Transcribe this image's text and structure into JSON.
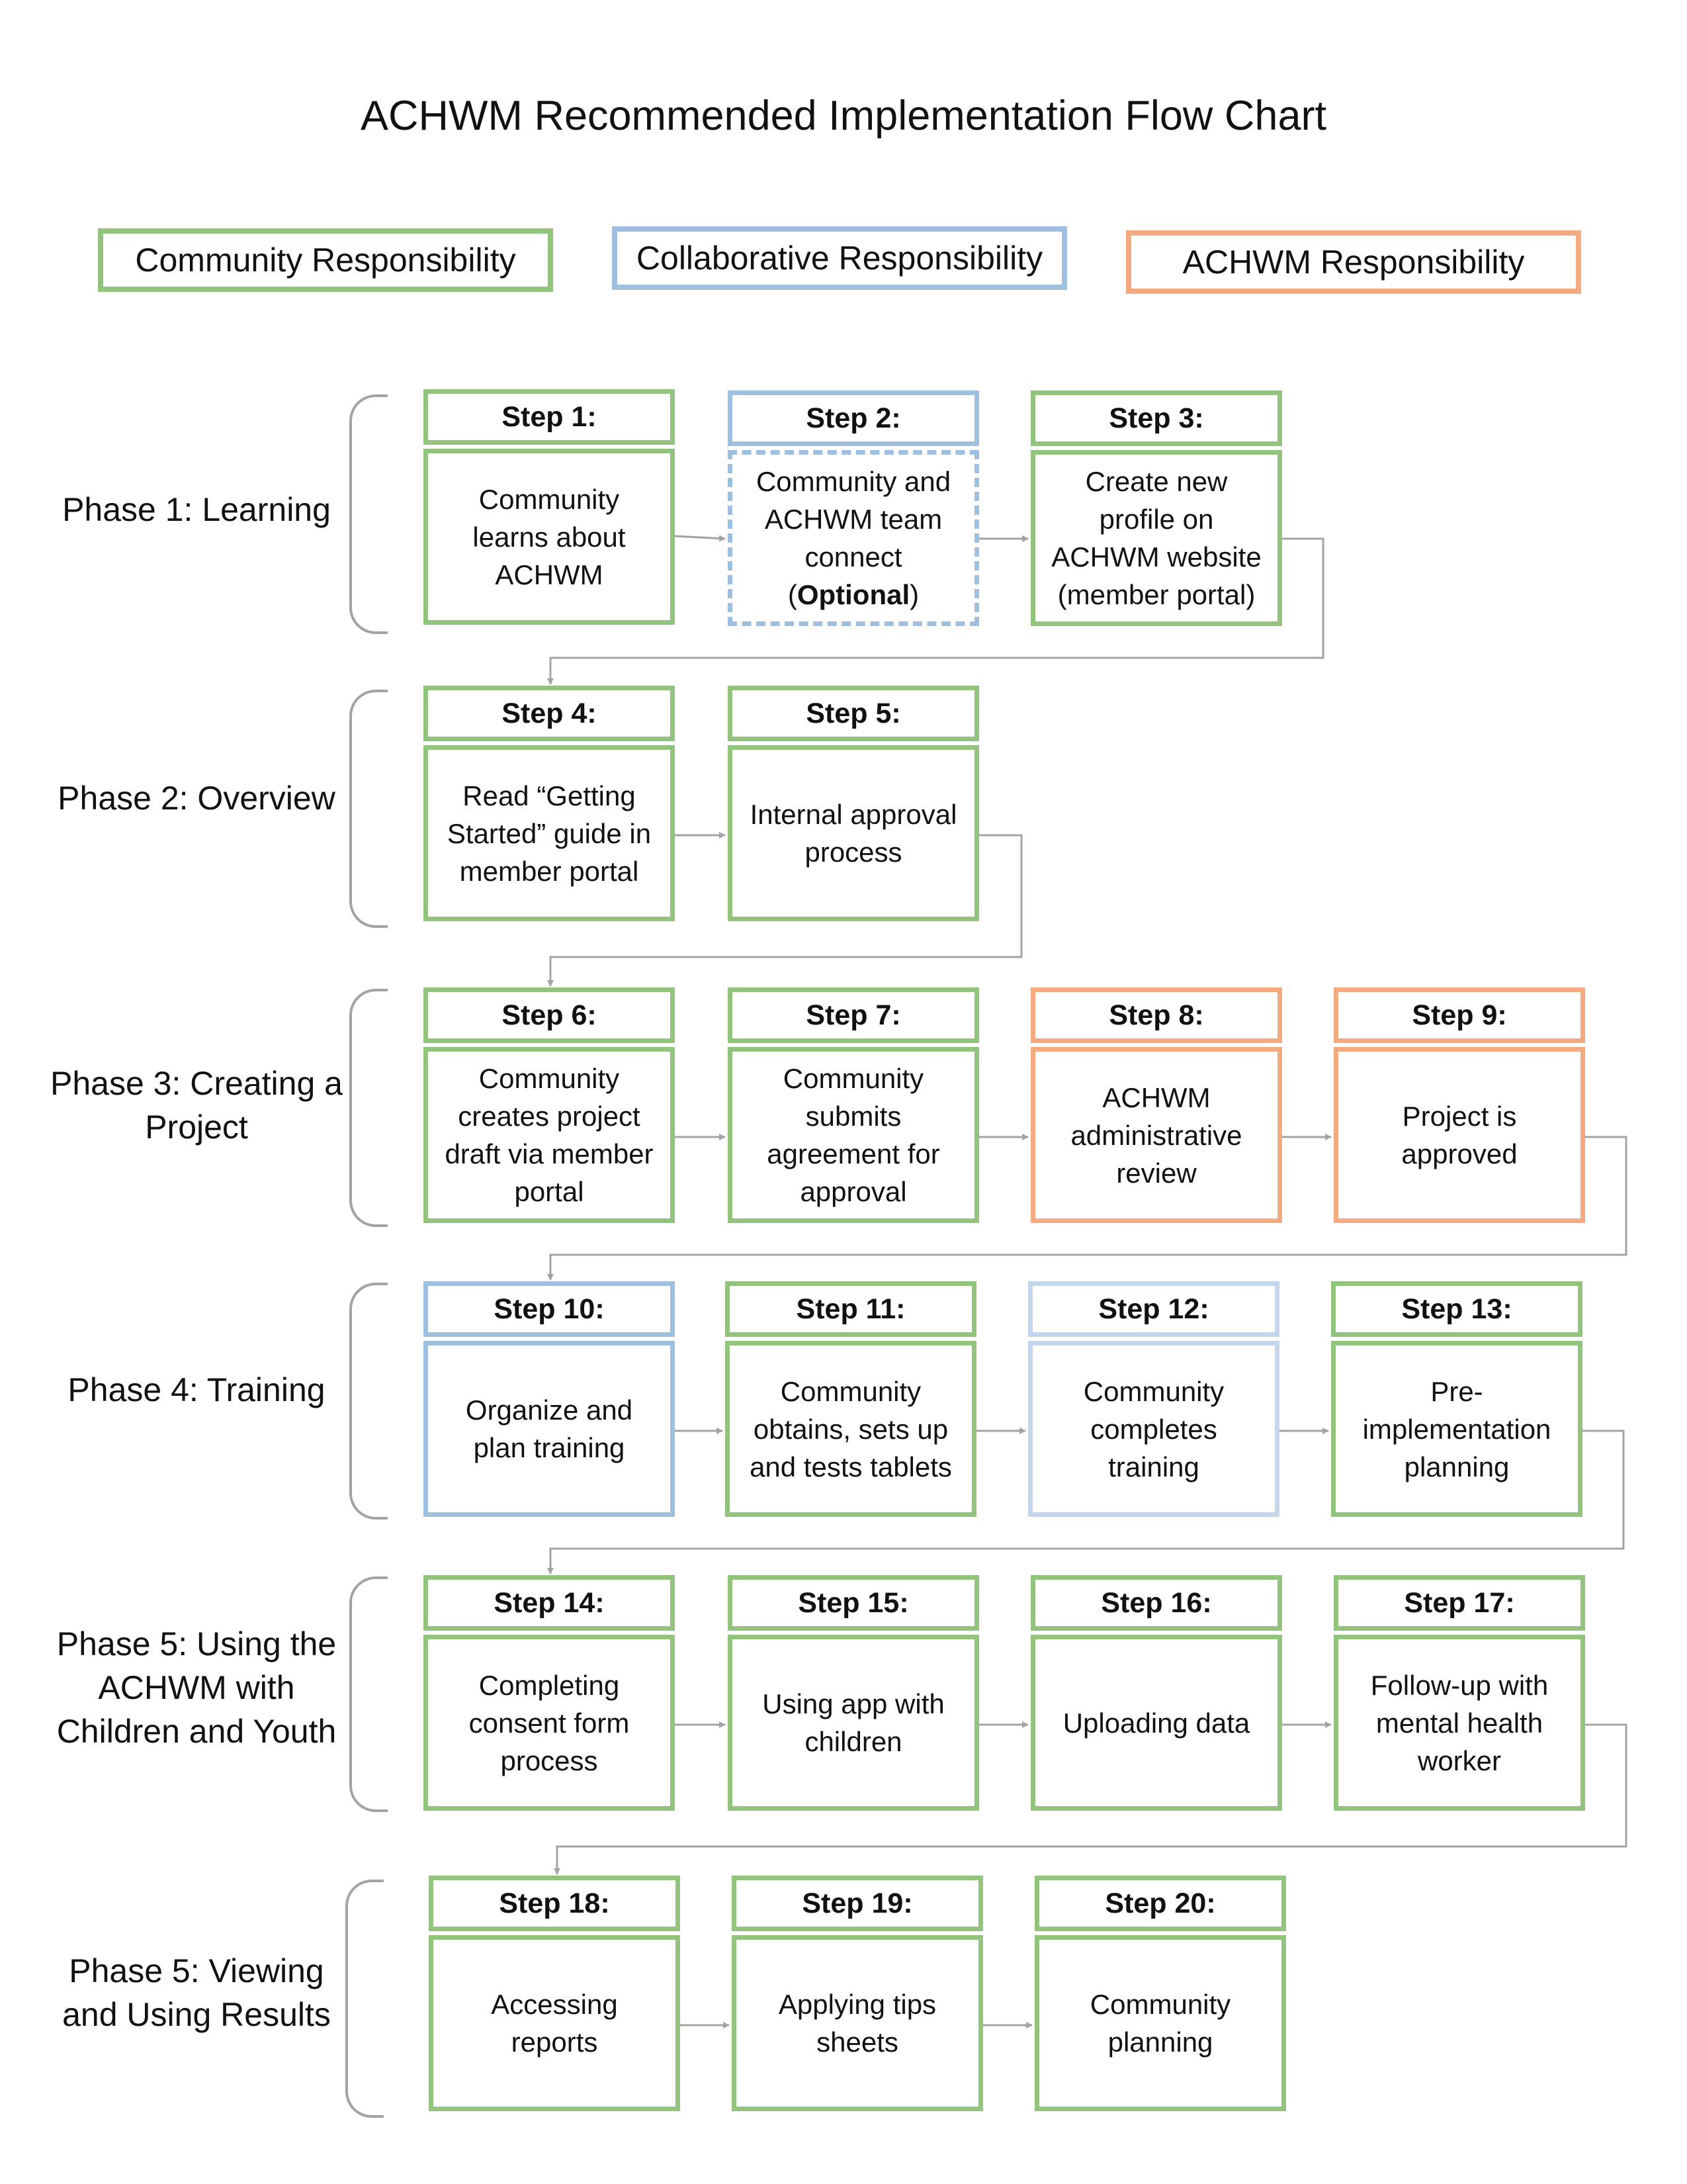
{
  "title": "ACHWM Recommended Implementation Flow Chart",
  "colors": {
    "community": "#93c47d",
    "collaborative": "#9fbfe0",
    "achwm": "#f2aa7e",
    "connector": "#a3a3a3"
  },
  "legend": {
    "community": "Community Responsibility",
    "collaborative": "Collaborative Responsibility",
    "achwm": "ACHWM Responsibility"
  },
  "phases": [
    {
      "label": "Phase 1: Learning"
    },
    {
      "label": "Phase 2: Overview"
    },
    {
      "label": "Phase 3: Creating a Project"
    },
    {
      "label": "Phase 4: Training"
    },
    {
      "label": "Phase 5: Using the ACHWM with Children and Youth"
    },
    {
      "label": "Phase 5: Viewing and Using Results"
    }
  ],
  "steps": [
    {
      "title": "Step 1:",
      "text": "Community learns about ACHWM",
      "responsibility": "community"
    },
    {
      "title": "Step 2:",
      "text": "Community and ACHWM team connect",
      "optional": "Optional",
      "responsibility": "collaborative"
    },
    {
      "title": "Step 3:",
      "text": "Create new profile on ACHWM website (member portal)",
      "responsibility": "community"
    },
    {
      "title": "Step 4:",
      "text": "Read “Getting Started” guide in member portal",
      "responsibility": "community"
    },
    {
      "title": "Step 5:",
      "text": "Internal approval process",
      "responsibility": "community"
    },
    {
      "title": "Step 6:",
      "text": "Community creates project draft via member portal",
      "responsibility": "community"
    },
    {
      "title": "Step 7:",
      "text": "Community submits agreement for approval",
      "responsibility": "community"
    },
    {
      "title": "Step 8:",
      "text": "ACHWM administrative review",
      "responsibility": "achwm"
    },
    {
      "title": "Step 9:",
      "text": "Project is approved",
      "responsibility": "achwm"
    },
    {
      "title": "Step 10:",
      "text": "Organize and plan training",
      "responsibility": "collaborative"
    },
    {
      "title": "Step 11:",
      "text": "Community obtains, sets up and tests tablets",
      "responsibility": "community"
    },
    {
      "title": "Step 12:",
      "text": "Community completes training",
      "responsibility": "collaborative"
    },
    {
      "title": "Step 13:",
      "text": "Pre-implementation planning",
      "responsibility": "community"
    },
    {
      "title": "Step 14:",
      "text": "Completing consent form process",
      "responsibility": "community"
    },
    {
      "title": "Step 15:",
      "text": "Using app with children",
      "responsibility": "community"
    },
    {
      "title": "Step 16:",
      "text": "Uploading data",
      "responsibility": "community"
    },
    {
      "title": "Step 17:",
      "text": "Follow-up with mental health worker",
      "responsibility": "community"
    },
    {
      "title": "Step 18:",
      "text": "Accessing reports",
      "responsibility": "community"
    },
    {
      "title": "Step 19:",
      "text": "Applying tips sheets",
      "responsibility": "community"
    },
    {
      "title": "Step 20:",
      "text": "Community planning",
      "responsibility": "community"
    }
  ]
}
